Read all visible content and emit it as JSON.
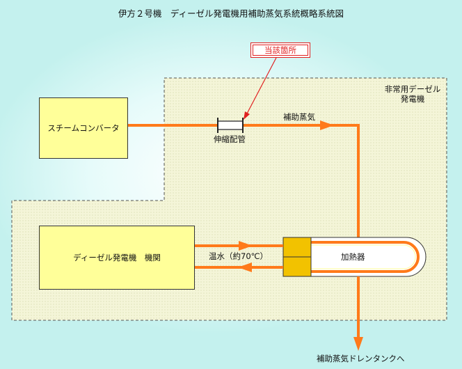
{
  "title": "伊方２号機　ディーゼル発電機用補助蒸気系統概略系統図",
  "callout": "当該箇所",
  "emergency_generator": {
    "line1": "非常用デーゼル",
    "line2": "発電機"
  },
  "steam_converter": "スチームコンバータ",
  "expansion_joint": "伸縮配管",
  "aux_steam": "補助蒸気",
  "engine": "ディーゼル発電機　機関",
  "warm_water": "温水（約70℃）",
  "heater": "加熱器",
  "drain": "補助蒸気ドレンタンクへ",
  "colors": {
    "pipe": "#ff7a1a",
    "box_fill": "#ffff99",
    "heater_fill": "#f2c200",
    "callout": "#e02020",
    "zone_fill": "#f4f5d8"
  }
}
